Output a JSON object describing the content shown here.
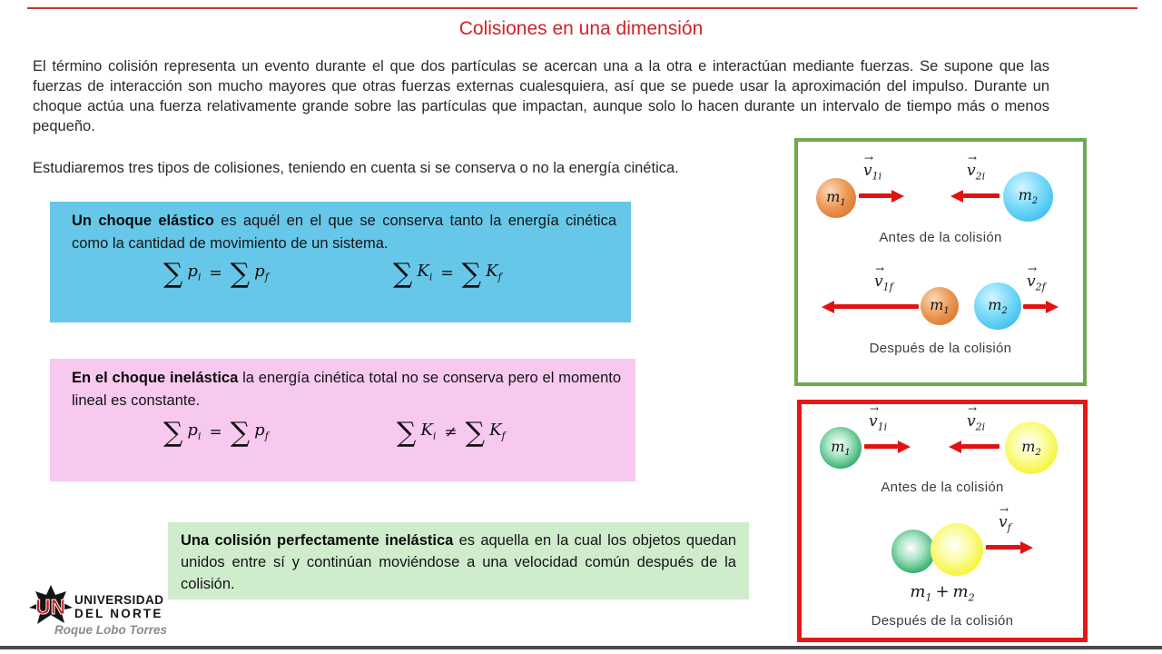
{
  "colors": {
    "title_red": "#d12226",
    "top_rule_red": "#c5342c",
    "elastic_box_bg": "#67c7e9",
    "inelastic_box_bg": "#f7c9ef",
    "perfect_box_bg": "#cfeccd",
    "elastic_diagram_border": "#70a850",
    "perfect_diagram_border": "#e81717",
    "arrow_red": "#e01212",
    "ball_orange": "#df7c35",
    "ball_blue": "#3dc0ee",
    "ball_green": "#21a45f",
    "ball_yellow": "#f3f316"
  },
  "icons": {
    "vector_arrow": "→"
  },
  "header": {
    "title": "Colisiones en una dimensión"
  },
  "intro": {
    "paragraph1": "El término colisión representa un evento durante el que dos partículas se acercan una a la otra e interactúan mediante fuerzas. Se supone que las fuerzas de interacción son mucho mayores que otras fuerzas externas cualesquiera, así que se puede usar la aproximación del impulso. Durante un choque actúa una fuerza relativamente grande sobre las partículas que impactan, aunque solo lo hacen durante un intervalo de tiempo más o menos pequeño.",
    "paragraph2": "Estudiaremos tres tipos de colisiones, teniendo en cuenta si se conserva o no la energía cinética."
  },
  "elastic": {
    "lead": "Un choque elástico",
    "body": " es aquél en el que se conserva tanto la energía cinética como la cantidad de movimiento de un sistema.",
    "momentum": {
      "sigma": "∑",
      "v1": "p",
      "s1": "i",
      "op": "=",
      "v2": "p",
      "s2": "f"
    },
    "kinetic": {
      "sigma": "∑",
      "v1": "K",
      "s1": "i",
      "op": "=",
      "v2": "K",
      "s2": "f"
    }
  },
  "inelastic": {
    "lead": "En el choque inelástica",
    "body": " la energía cinética total no se conserva pero el momento lineal es constante.",
    "momentum": {
      "sigma": "∑",
      "v1": "p",
      "s1": "i",
      "op": "=",
      "v2": "p",
      "s2": "f"
    },
    "kinetic": {
      "sigma": "∑",
      "v1": "K",
      "s1": "i",
      "op": "≠",
      "v2": "K",
      "s2": "f"
    }
  },
  "perfect": {
    "lead": "Una colisión perfectamente inelástica",
    "body": " es aquella en la cual los objetos quedan unidos entre sí y continúan moviéndose a una velocidad común después de la colisión."
  },
  "elastic_diagram": {
    "before_caption": "Antes de la colisión",
    "after_caption": "Después de la colisión",
    "m1": {
      "v": "m",
      "s": "1"
    },
    "m2": {
      "v": "m",
      "s": "2"
    },
    "v1i": {
      "v": "v",
      "s": "1i"
    },
    "v2i": {
      "v": "v",
      "s": "2i"
    },
    "v1f": {
      "v": "v",
      "s": "1f"
    },
    "v2f": {
      "v": "v",
      "s": "2f"
    }
  },
  "perfect_diagram": {
    "before_caption": "Antes de la colisión",
    "after_caption": "Después de la colisión",
    "m1": {
      "v": "m",
      "s": "1"
    },
    "m2": {
      "v": "m",
      "s": "2"
    },
    "v1i": {
      "v": "v",
      "s": "1i"
    },
    "v2i": {
      "v": "v",
      "s": "2i"
    },
    "vf": {
      "v": "v",
      "s": "f"
    },
    "combined": {
      "m1v": "m",
      "m1s": "1",
      "plus": "+",
      "m2v": "m",
      "m2s": "2"
    }
  },
  "footer": {
    "logo_un": "UN",
    "logo_line1": "UNIVERSIDAD",
    "logo_line2": "DEL NORTE",
    "author": "Roque Lobo Torres"
  }
}
